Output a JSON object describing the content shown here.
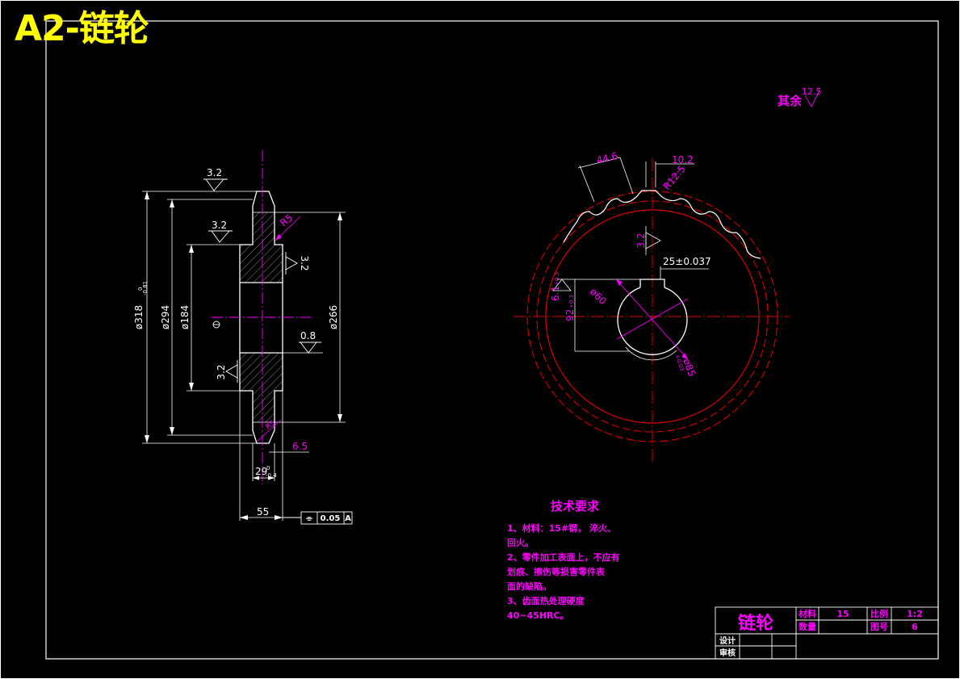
{
  "sheet_title": "A2-链轮",
  "roughness_other": {
    "label": "其余",
    "value": "12.5"
  },
  "side_view": {
    "dims": {
      "d_outer": "ø318",
      "d_outer_sup": "0",
      "d_outer_sub": "-0.81",
      "d_294": "ø294",
      "d_184": "ø184",
      "d_266": "ø266",
      "r5": "R5",
      "r5_small": "R5",
      "w29": "29",
      "w29_sup": "0",
      "w29_sub": "-0.4",
      "w55": "55",
      "w65": "6.5"
    },
    "roughness": {
      "top": "3.2",
      "hub": "3.2",
      "right": "3.2",
      "bore": "0.8",
      "lower": "3.2"
    },
    "tolerance": {
      "symbol": "⌯",
      "value": "0.05",
      "datum": "A"
    }
  },
  "front_view": {
    "dims": {
      "d446": "44.6",
      "d102": "10.2",
      "r125": "R12.5",
      "key": "25±0.037",
      "d60": "ø60",
      "h61": "6.1",
      "h61_tol": "+0.3",
      "h92": "92",
      "h92_tol": "+0.3",
      "d85": "ø85",
      "d85_tol": "+0.03"
    },
    "roughness": {
      "key": "3.2"
    }
  },
  "tech_requirements": {
    "heading": "技术要求",
    "lines": [
      "1、材料：15#钢，   淬火、",
      "   回火。",
      "2、零件加工表面上，不应有",
      "   划痕、擦伤等损害零件表",
      "   面的缺陷。",
      "3、齿面热处理硬度",
      "   40~45HRC。"
    ]
  },
  "title_block": {
    "part_name": "链轮",
    "material_label": "材料",
    "material_value": "15",
    "scale_label": "比例",
    "scale_value": "1:2",
    "qty_label": "数量",
    "drawing_no_label": "图号",
    "drawing_no_value": "6",
    "design_label": "设计",
    "review_label": "审核"
  }
}
